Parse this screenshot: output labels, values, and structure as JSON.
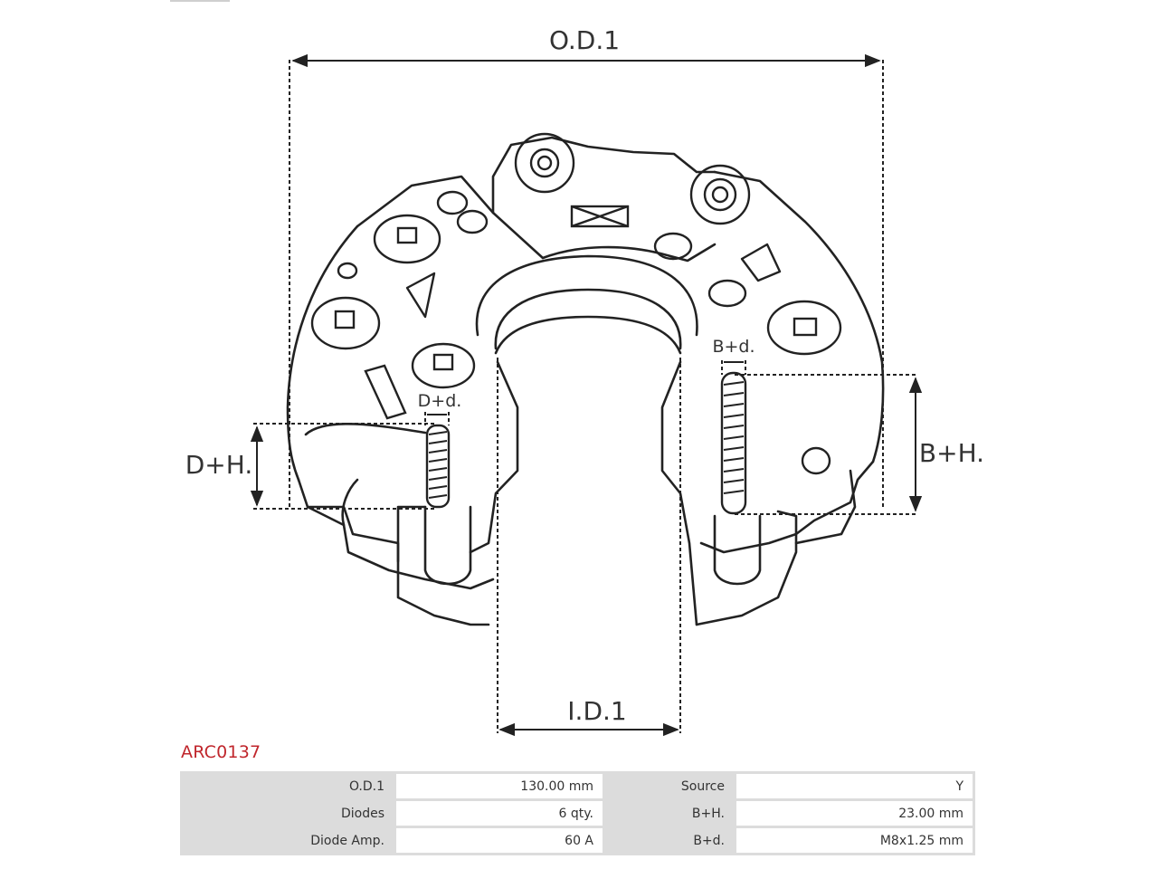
{
  "diagram": {
    "labels": {
      "od": "O.D.1",
      "id": "I.D.1",
      "dh": "D+H.",
      "dd": "D+d.",
      "bh": "B+H.",
      "bd": "B+d."
    }
  },
  "part": {
    "code": "ARC0137"
  },
  "specs": [
    {
      "label1": "O.D.1",
      "value1": "130.00 mm",
      "label2": "Source",
      "value2": "Y"
    },
    {
      "label1": "Diodes",
      "value1": "6 qty.",
      "label2": "B+H.",
      "value2": "23.00 mm"
    },
    {
      "label1": "Diode Amp.",
      "value1": "60 A",
      "label2": "B+d.",
      "value2": "M8x1.25 mm"
    }
  ],
  "colors": {
    "part_code": "#c0262c",
    "line": "#222222",
    "table_label_bg": "#dcdcdc"
  }
}
